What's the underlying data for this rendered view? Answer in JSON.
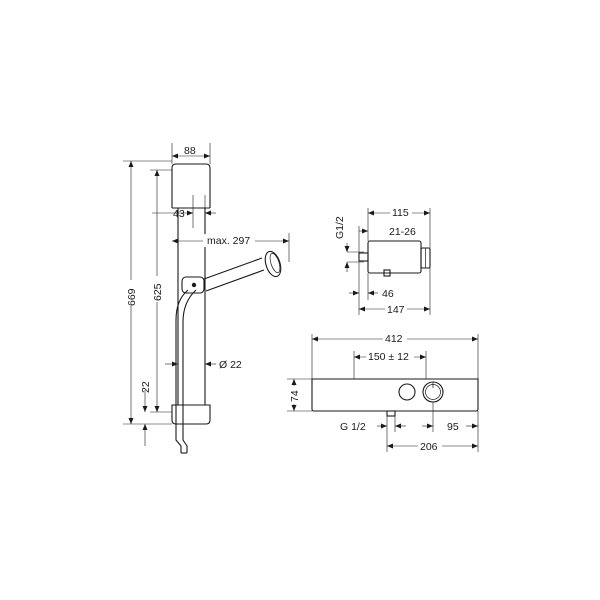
{
  "dimensions": {
    "width_88": "88",
    "bar_offset_43": "43",
    "reach_max_297": "max. 297",
    "total_height_669": "669",
    "rail_height_625": "625",
    "bottom_22": "22",
    "rail_diameter": "Ø 22",
    "thread_g12_vertical": "G1/2",
    "depth_115": "115",
    "adjust_21_26": "21-26",
    "depth_46": "46",
    "depth_147": "147",
    "width_412": "412",
    "spacing_150": "150 ± 12",
    "height_74": "74",
    "thread_g12": "G 1/2",
    "offset_95": "95",
    "offset_206": "206"
  }
}
